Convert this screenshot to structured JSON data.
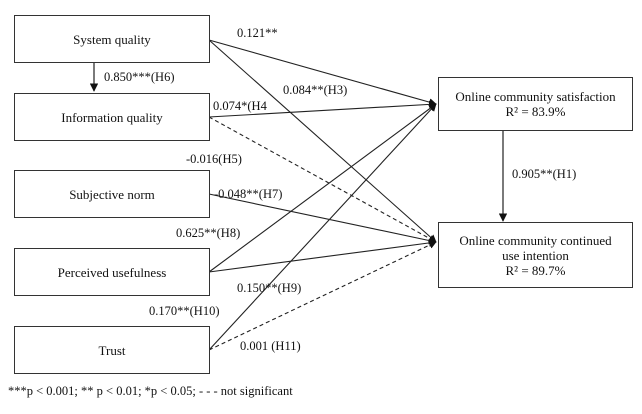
{
  "constructs": {
    "system_quality": "System quality",
    "information_quality": "Information quality",
    "subjective_norm": "Subjective norm",
    "perceived_usefulness": "Perceived usefulness",
    "trust": "Trust",
    "satisfaction": "Online community satisfaction",
    "satisfaction_r2": "R² = 83.9%",
    "continued_use_line1": "Online community continued",
    "continued_use_line2": "use intention",
    "continued_use_r2": "R² = 89.7%"
  },
  "paths": {
    "sq_to_iq": "0.850***(H6)",
    "sq_to_sat": "0.121**",
    "sq_to_cui": "0.084**(H3)",
    "iq_to_sat": "0.074*(H4",
    "iq_to_cui": "-0.016(H5)",
    "sn_to_cui": "-0.048**(H7)",
    "pu_to_sat": "0.625**(H8)",
    "pu_to_cui": "0.150**(H9)",
    "trust_to_sat": "0.170**(H10)",
    "trust_to_cui": "0.001 (H11)",
    "sat_to_cui": "0.905**(H1)"
  },
  "legend": {
    "note": "***p < 0.001; ** p < 0.01; *p < 0.05; - - - not significant"
  },
  "colors": {
    "line": "#222222",
    "box_border": "#333333"
  }
}
